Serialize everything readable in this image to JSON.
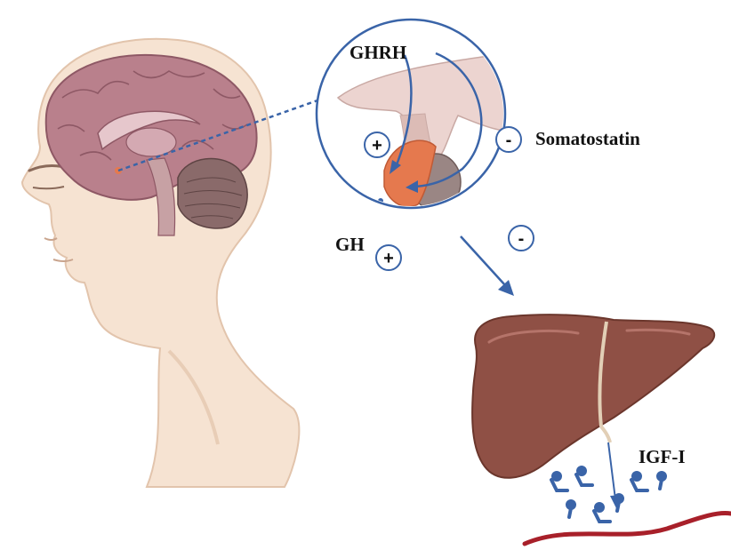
{
  "labels": {
    "ghrh": "GHRH",
    "somatostatin": "Somatostatin",
    "gh": "GH",
    "igf": "IGF-I"
  },
  "signs": {
    "plus": "+",
    "minus": "-"
  },
  "colors": {
    "arrow": "#3a64a8",
    "circle_outline": "#3a64a8",
    "skin": "#f6e3d2",
    "skin_outline": "#e2c4ac",
    "brain": "#b9808c",
    "cerebellum": "#8a6a6a",
    "liver": "#8f5045",
    "gallbladder": "#e2cfb6",
    "blood_vessel": "#a8202a",
    "pituitary_anterior": "#e5794e",
    "pituitary_posterior": "#9a8684",
    "receptor": "#3a64a8"
  }
}
